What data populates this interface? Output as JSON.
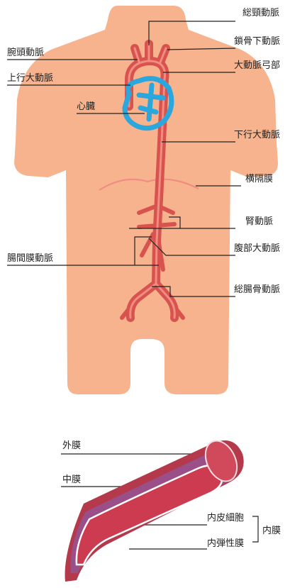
{
  "labels": {
    "common_carotid": "総頸動脈",
    "subclavian": "鎖骨下動脈",
    "brachiocephalic": "腕頭動脈",
    "aortic_arch": "大動脈弓部",
    "ascending_aorta": "上行大動脈",
    "heart": "心臓",
    "descending_aorta": "下行大動脈",
    "diaphragm": "横隔膜",
    "renal": "腎動脈",
    "abdominal_aorta": "腹部大動脈",
    "mesenteric": "腸間膜動脈",
    "common_iliac": "総腸骨動脈",
    "adventitia": "外膜",
    "media": "中膜",
    "endothelium": "内皮細胞",
    "intima": "内膜",
    "elastic_lamina": "内弾性膜"
  },
  "colors": {
    "body": "#f7b38e",
    "artery": "#d8534e",
    "artery_light": "#f08c82",
    "heart": "#2aa7dd",
    "vessel_outer": "#b3394b",
    "vessel_media": "#9b4f88",
    "vessel_lumen": "#cc3b4f"
  }
}
